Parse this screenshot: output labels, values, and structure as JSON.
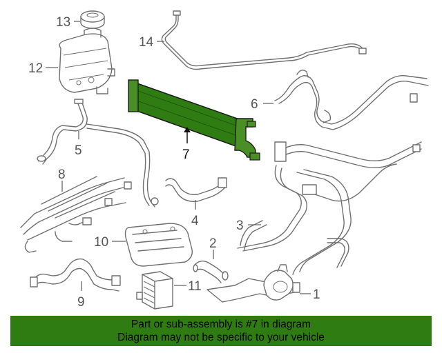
{
  "highlight_color": "#2f7d12",
  "callouts": {
    "c1": "1",
    "c2": "2",
    "c3": "3",
    "c4": "4",
    "c5": "5",
    "c6": "6",
    "c7": "7",
    "c8": "8",
    "c9": "9",
    "c10": "10",
    "c11": "11",
    "c12": "12",
    "c13": "13",
    "c14": "14"
  },
  "banner": {
    "line1": "Part or sub-assembly is #7 in diagram",
    "line2": "Diagram may not be specific to your vehicle"
  }
}
